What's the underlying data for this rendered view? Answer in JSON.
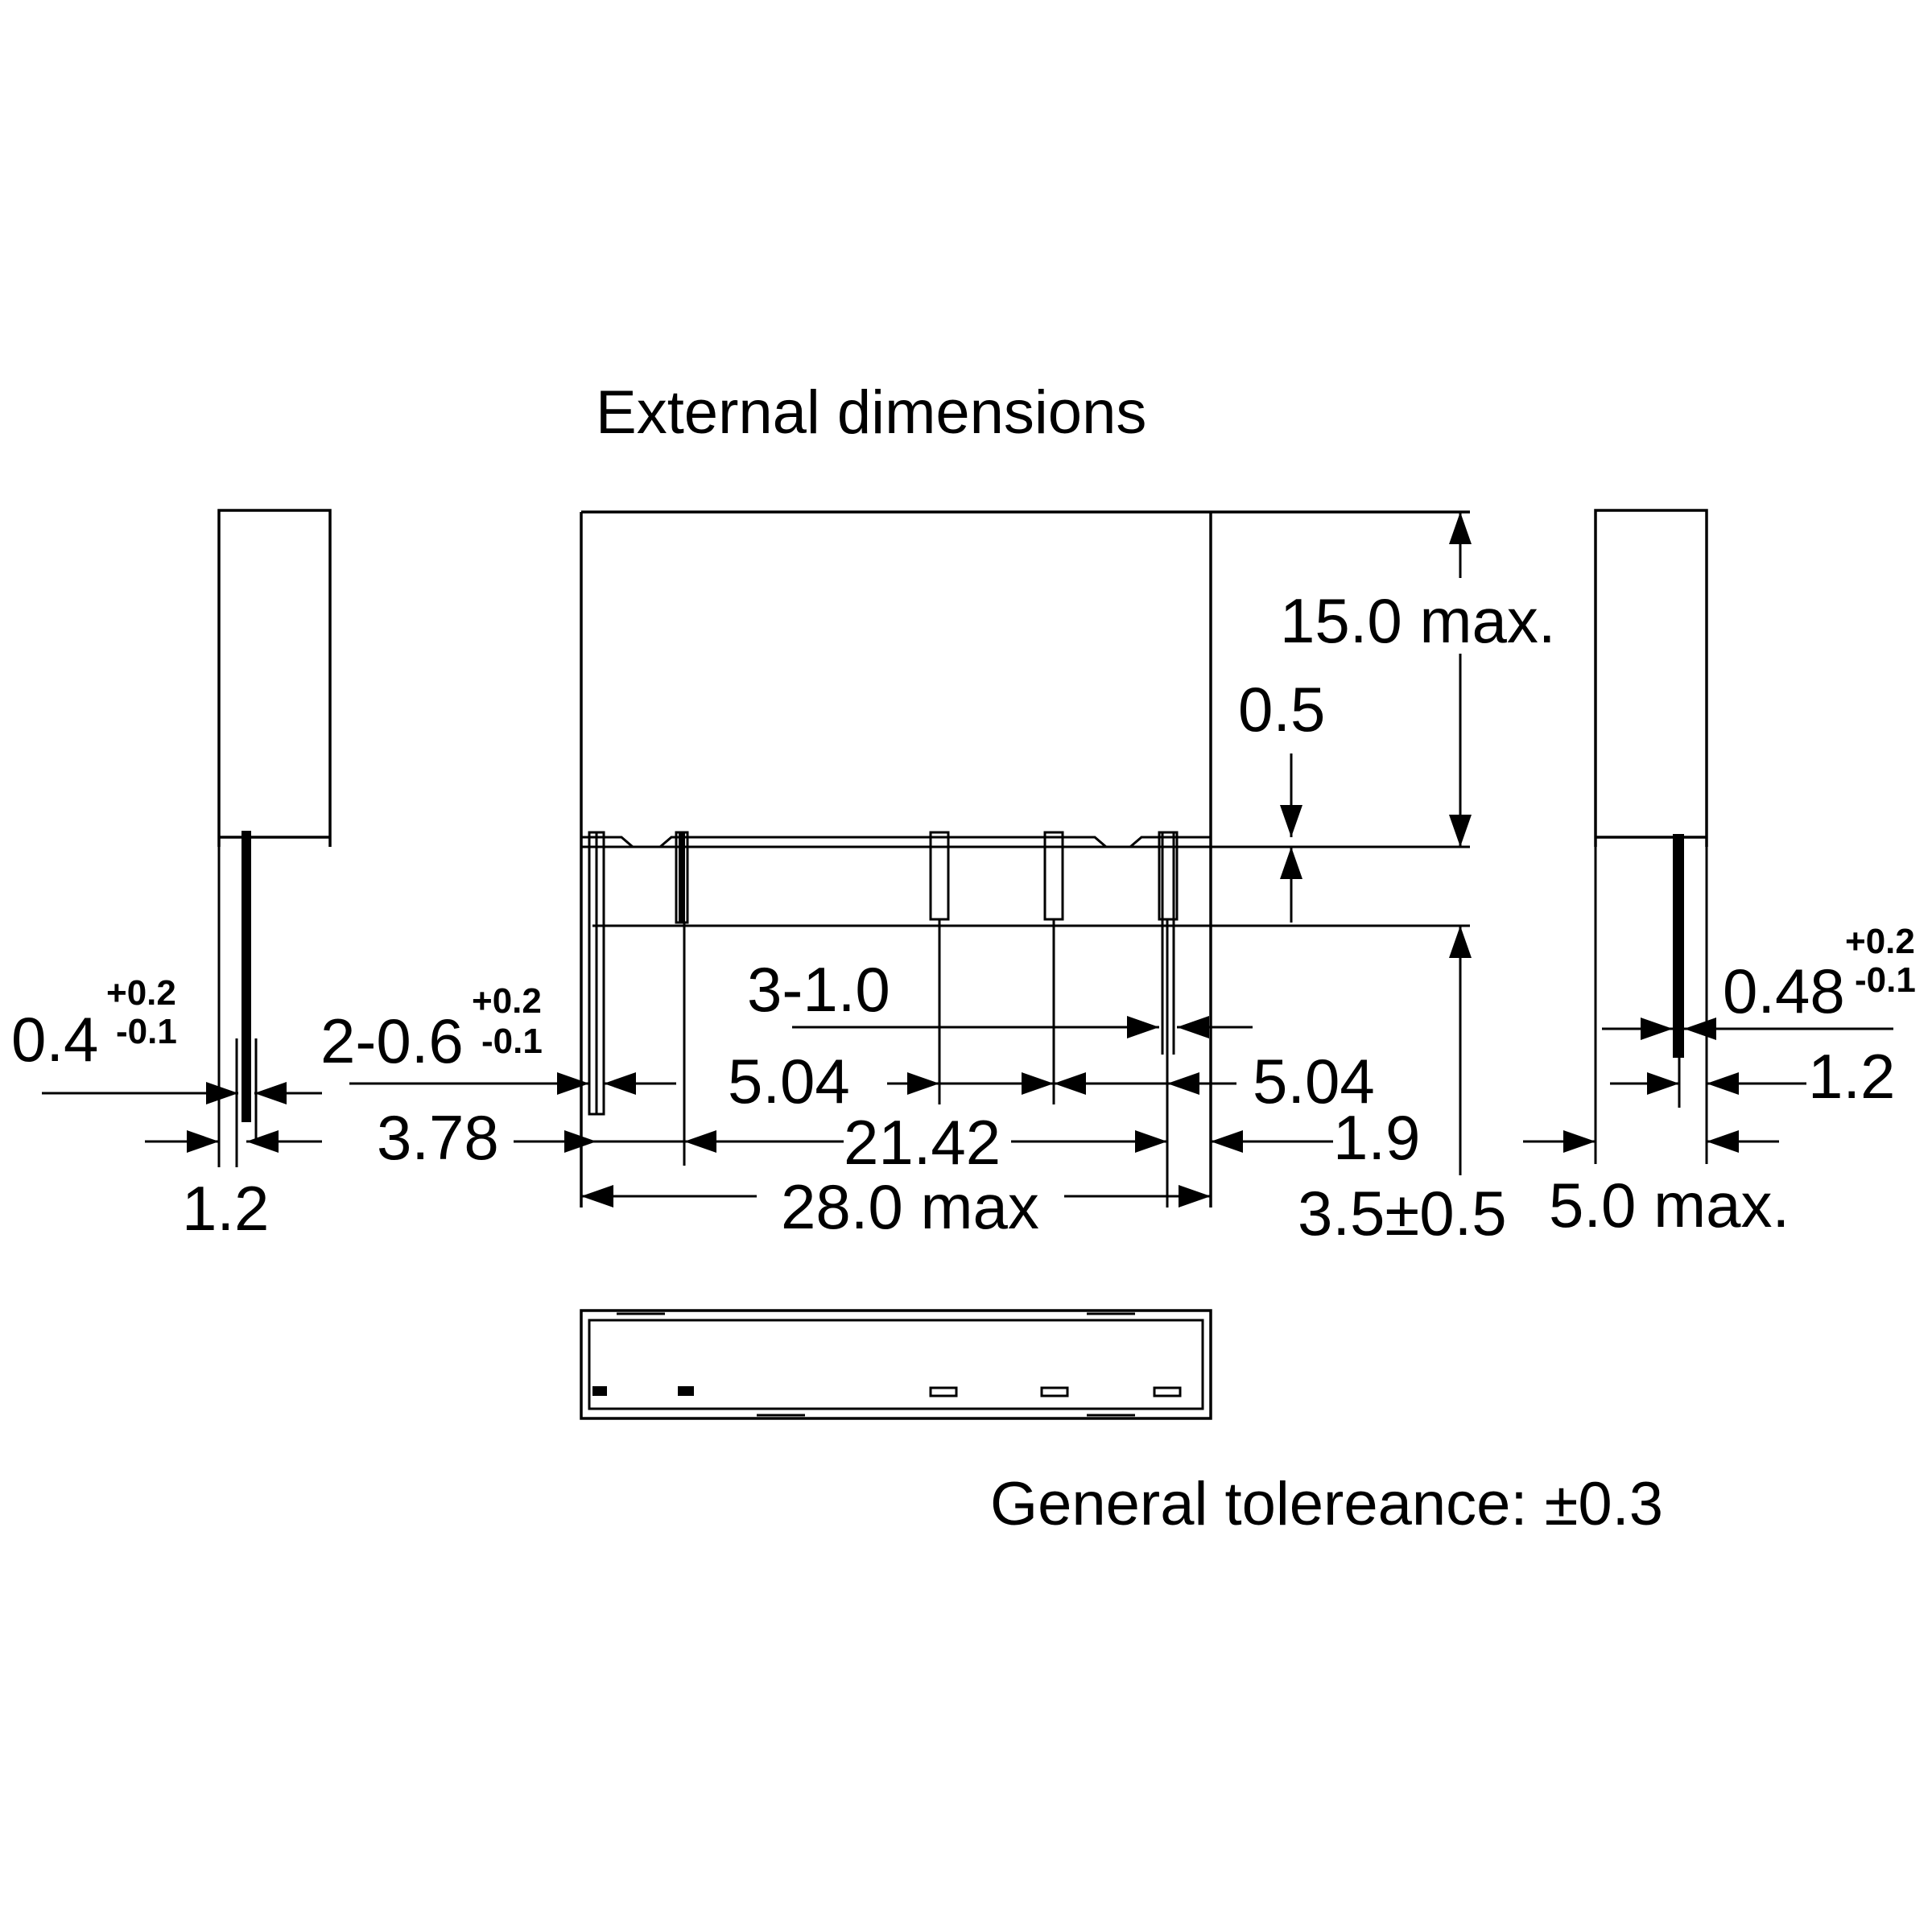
{
  "title": "External dimensions",
  "note": "General tolereance: ±0.3",
  "dims": {
    "left_pin_width": "0.4",
    "left_pin_tol_plus": "+0.2",
    "left_pin_tol_minus": "-0.1",
    "left_pitch": "1.2",
    "front_pin_width": "2-0.6",
    "front_pin_tol_plus": "+0.2",
    "front_pin_tol_minus": "-0.1",
    "offset_left": "3.78",
    "pin_width_three": "3-1.0",
    "pitch_a": "5.04",
    "pitch_b": "5.04",
    "span": "21.42",
    "offset_right": "1.9",
    "length": "28.0 max",
    "height": "15.0 max.",
    "standoff": "0.5",
    "pin_length": "3.5±0.5",
    "right_pin_width": "0.48",
    "right_pin_tol_plus": "+0.2",
    "right_pin_tol_minus": "-0.1",
    "right_pitch": "1.2",
    "width": "5.0 max."
  }
}
